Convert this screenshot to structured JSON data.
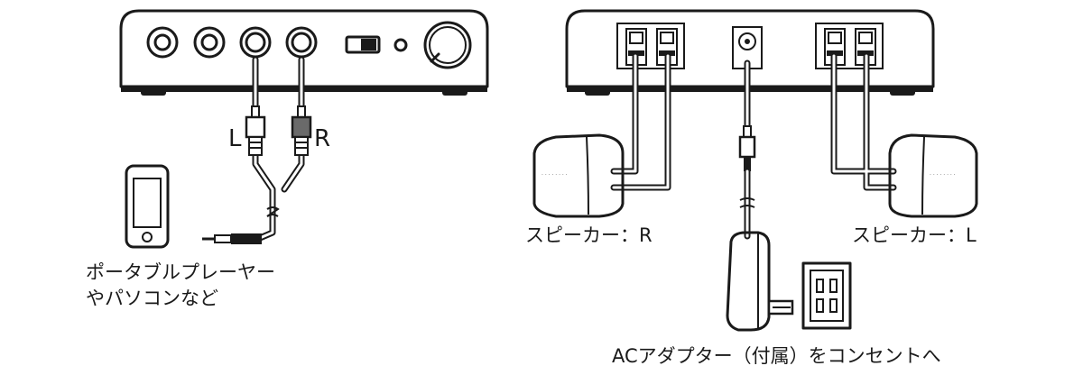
{
  "labels": {
    "left": "L",
    "right": "R",
    "player_line1": "ポータブルプレーヤー",
    "player_line2": "やパソコンなど",
    "speaker_r": "スピーカー：R",
    "speaker_l": "スピーカー：L",
    "adapter": "ACアダプター（付属）をコンセントへ"
  }
}
